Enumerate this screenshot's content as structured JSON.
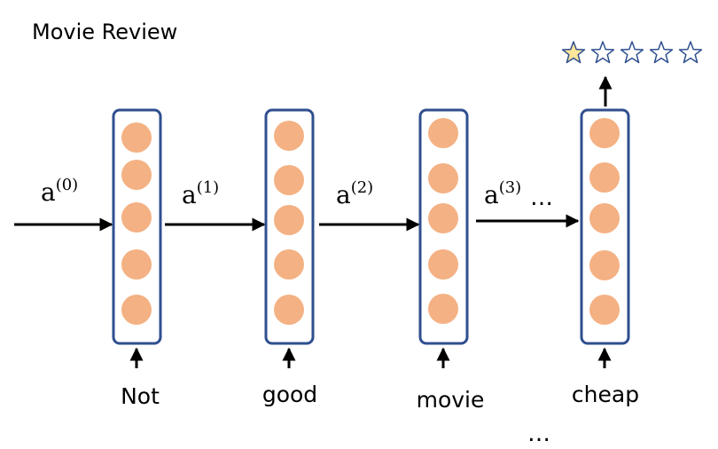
{
  "title": "Movie Review",
  "words": [
    "Not",
    "good",
    "movie",
    "cheap"
  ],
  "activations": [
    {
      "base": "a",
      "sup": "(0)"
    },
    {
      "base": "a",
      "sup": "(1)"
    },
    {
      "base": "a",
      "sup": "(2)"
    },
    {
      "base": "a",
      "sup": "(3)"
    }
  ],
  "ellipsis": "…",
  "bottom_ellipsis": "…",
  "rating": {
    "filled": 1,
    "total": 5
  },
  "colors": {
    "box_stroke": "#2F4F8F",
    "neuron_fill": "#F4B183",
    "star_filled": "#FFE699",
    "star_stroke": "#2F4F8F",
    "arrow": "#000000"
  }
}
